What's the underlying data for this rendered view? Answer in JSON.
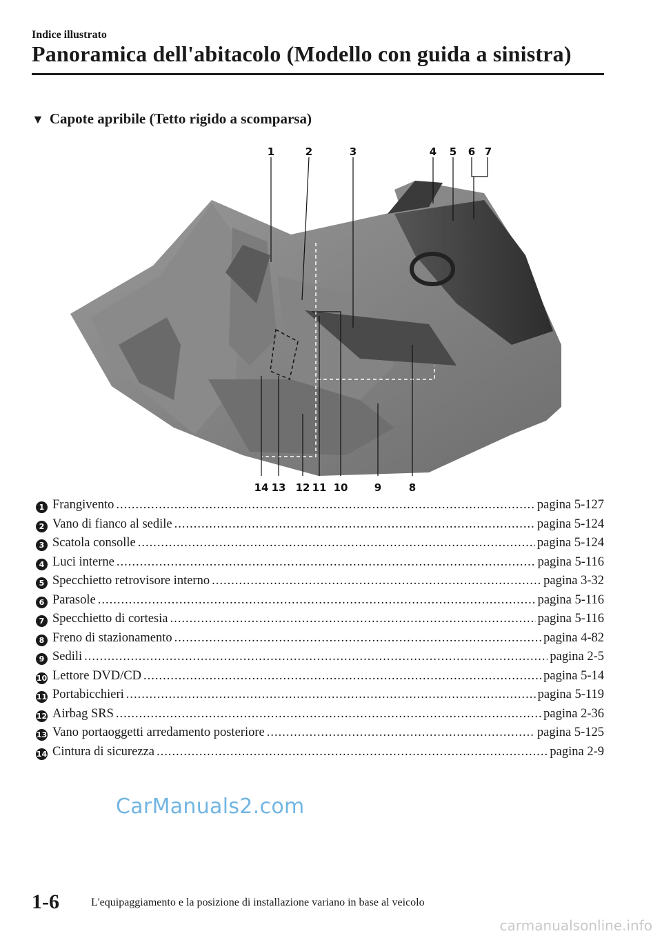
{
  "header": {
    "section": "Indice illustrato",
    "title": "Panoramica dell'abitacolo (Modello con guida a sinistra)"
  },
  "subsection": {
    "marker": "▼",
    "title": "Capote apribile (Tetto rigido a scomparsa)"
  },
  "figure": {
    "callouts_top": [
      "1",
      "2",
      "3",
      "4",
      "5",
      "6",
      "7"
    ],
    "callouts_bottom": [
      "14",
      "13",
      "12",
      "11",
      "10",
      "9",
      "8"
    ]
  },
  "items": [
    {
      "num": "1",
      "label": "Frangivento",
      "page": "pagina 5-127"
    },
    {
      "num": "2",
      "label": "Vano di fianco al sedile",
      "page": "pagina 5-124"
    },
    {
      "num": "3",
      "label": "Scatola consolle",
      "page": "pagina 5-124"
    },
    {
      "num": "4",
      "label": "Luci interne",
      "page": "pagina 5-116"
    },
    {
      "num": "5",
      "label": "Specchietto retrovisore interno",
      "page": "pagina 3-32"
    },
    {
      "num": "6",
      "label": "Parasole",
      "page": "pagina 5-116"
    },
    {
      "num": "7",
      "label": "Specchietto di cortesia",
      "page": "pagina 5-116"
    },
    {
      "num": "8",
      "label": "Freno di stazionamento",
      "page": "pagina 4-82"
    },
    {
      "num": "9",
      "label": "Sedili",
      "page": "pagina 2-5"
    },
    {
      "num": "10",
      "label": "Lettore DVD/CD",
      "page": "pagina 5-14"
    },
    {
      "num": "11",
      "label": "Portabicchieri",
      "page": "pagina 5-119"
    },
    {
      "num": "12",
      "label": "Airbag SRS",
      "page": "pagina 2-36"
    },
    {
      "num": "13",
      "label": "Vano portaoggetti arredamento posteriore",
      "page": "pagina 5-125"
    },
    {
      "num": "14",
      "label": "Cintura di sicurezza",
      "page": "pagina 2-9"
    }
  ],
  "watermark": "CarManuals2.com",
  "footer": {
    "page_number": "1-6",
    "note": "L'equipaggiamento e la posizione di installazione variano in base al veicolo",
    "site": "carmanualsonline.info"
  }
}
